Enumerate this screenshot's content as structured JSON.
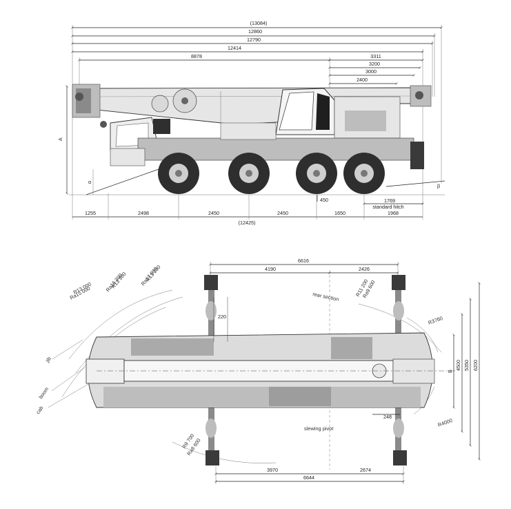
{
  "side_view": {
    "top_dims": [
      "(13084)",
      "12860",
      "12790",
      "12414",
      "8878",
      "3311",
      "3200",
      "3000",
      "2400"
    ],
    "bottom_dims": [
      "1255",
      "2498",
      "2450",
      "2450",
      "1650",
      "1968"
    ],
    "total_length": "(12425)",
    "hitch_value": "1769",
    "hitch_label": "standard hitch",
    "ground_clearance": "450",
    "height_label": "A",
    "angle_front": "α",
    "angle_rear": "β"
  },
  "top_view": {
    "top_dims": {
      "total": "6616",
      "front": "4190",
      "rear": "2426"
    },
    "bottom_dims": {
      "total": "6644",
      "front": "3970",
      "rear": "2674"
    },
    "right_dims": [
      "6200",
      "5350",
      "4500",
      "B"
    ],
    "small_dim": "220",
    "dim_248": "248",
    "radii_left_1": [
      "R13 000",
      "Ra15 000"
    ],
    "radii_left_2": [
      "R13 300",
      "Ra16 300"
    ],
    "radii_left_3": [
      "R13 100",
      "Ra17 000"
    ],
    "radii_rear_top": [
      "R11 200",
      "Ra9 600"
    ],
    "radii_bottom": [
      "R9 700",
      "Ra8 600"
    ],
    "r_3760": "R3760",
    "r_4000": "R4000",
    "rear_section": "rear section",
    "slewing_pivot": "slewing pivot",
    "jib": "jib",
    "boom": "boom",
    "cab": "cab"
  }
}
